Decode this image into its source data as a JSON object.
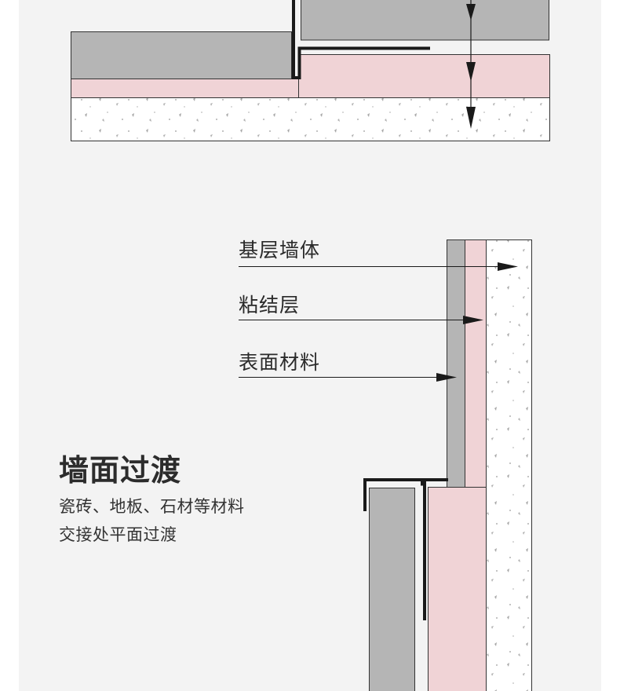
{
  "section": {
    "title": "墙面过渡",
    "description_line1": "瓷砖、地板、石材等材料",
    "description_line2": "交接处平面过渡"
  },
  "diagram": {
    "labels": {
      "base_wall": "基层墙体",
      "adhesive_layer": "粘结层",
      "surface_material": "表面材料"
    }
  },
  "colors": {
    "tile_gray": "#b5b5b5",
    "adhesive_pink": "#f0d3d6",
    "concrete_white": "#ffffff",
    "profile_black": "#1a1a1a",
    "background": "#f3f3f3"
  }
}
